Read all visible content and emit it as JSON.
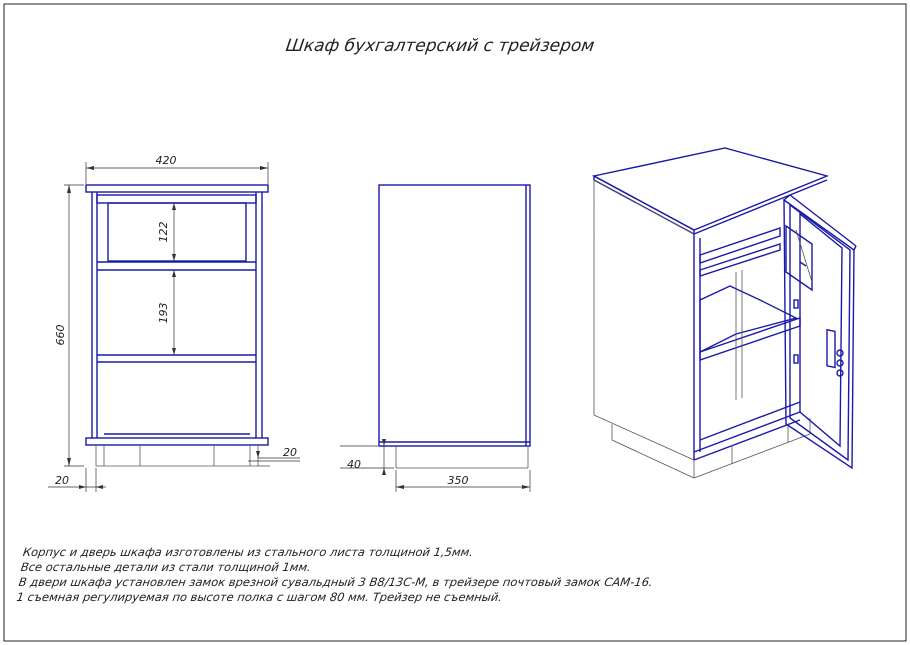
{
  "title": "Шкаф бухгалтерский с трейзером",
  "dimensions": {
    "width": "420",
    "height": "660",
    "drawer": "122",
    "shelf": "193",
    "side_offset": "20",
    "foot_gap": "20",
    "plinth": "40",
    "depth": "350"
  },
  "notes": [
    "Корпус и дверь шкафа изготовлены из стального листа толщиной 1,5мм.",
    "Все остальные детали из стали толщиной 1мм.",
    "В двери шкафа  установлен  замок врезной сувальдный 3 В8/13С-М, в трейзере почтовый замок САМ-16.",
    "1 съемная регулируемая по высоте полка с шагом 80 мм. Трейзер не съемный."
  ]
}
